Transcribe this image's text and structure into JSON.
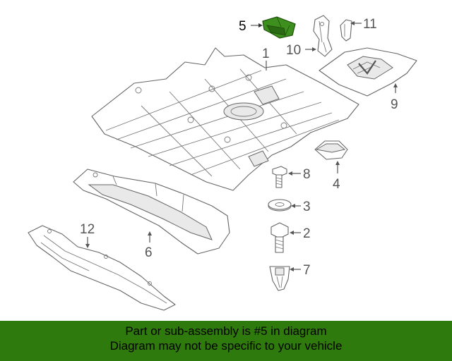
{
  "banner": {
    "line1": "Part or sub-assembly is #5 in diagram",
    "line2": "Diagram may not be specific to your vehicle",
    "color": "#2f7a0c"
  },
  "callouts": {
    "c1": "1",
    "c2": "2",
    "c3": "3",
    "c4": "4",
    "c5": "5",
    "c6": "6",
    "c7": "7",
    "c8": "8",
    "c9": "9",
    "c10": "10",
    "c11": "11",
    "c12": "12"
  },
  "highlight_color": "#3d8f1e"
}
